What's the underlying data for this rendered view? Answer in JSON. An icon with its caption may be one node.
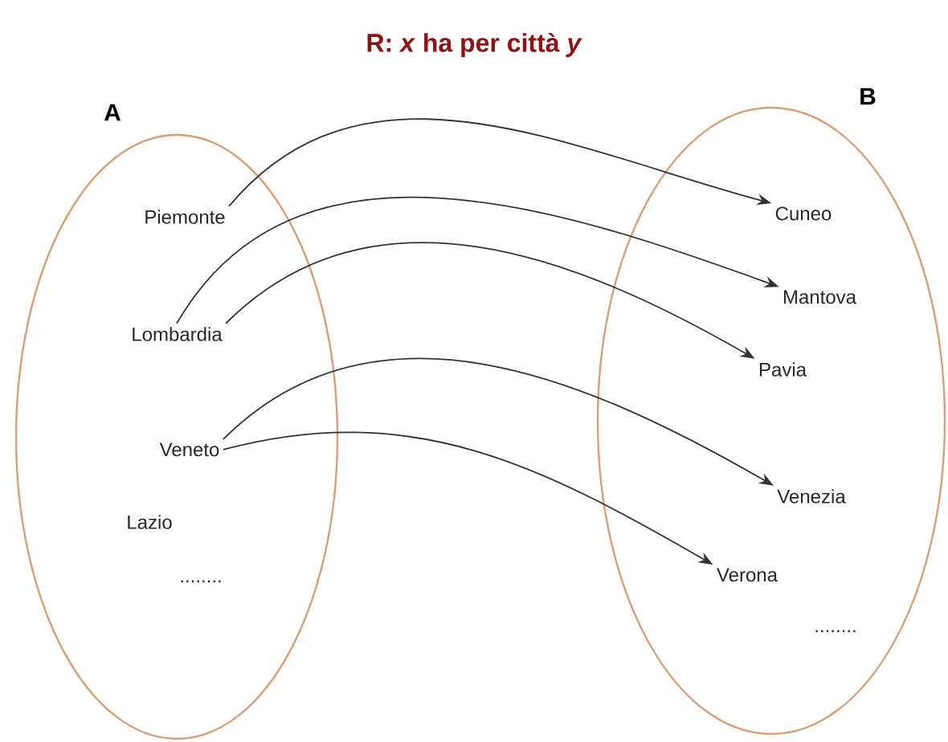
{
  "diagram": {
    "title": "R: *x* ha per città *y*",
    "nodes": [
      {
        "text": [
          "A"
        ]
      },
      {
        "text": [
          "Piemonte"
        ],
        "in": 0
      },
      {
        "text": [
          "Lombardia"
        ],
        "in": 0
      },
      {
        "text": [
          "Veneto"
        ],
        "in": 0
      },
      {
        "text": [
          "Lazio"
        ],
        "in": 0
      },
      {
        "text": [
          "........"
        ],
        "in": 0
      },
      {
        "text": [
          "B"
        ]
      },
      {
        "text": [
          "Cuneo"
        ],
        "in": 6
      },
      {
        "text": [
          "Mantova"
        ],
        "in": 6
      },
      {
        "text": [
          "Pavia"
        ],
        "in": 6
      },
      {
        "text": [
          "Venezia"
        ],
        "in": 6
      },
      {
        "text": [
          "Verona"
        ],
        "in": 6
      },
      {
        "text": [
          "........"
        ],
        "in": 6
      }
    ],
    "edges": [
      {
        "from": 1,
        "to": 7,
        "arrow": "to"
      },
      {
        "from": 2,
        "to": 8,
        "arrow": "to"
      },
      {
        "from": 2,
        "to": 9,
        "arrow": "to"
      },
      {
        "from": 3,
        "to": 10,
        "arrow": "to"
      },
      {
        "from": 3,
        "to": 11,
        "arrow": "to"
      }
    ]
  }
}
